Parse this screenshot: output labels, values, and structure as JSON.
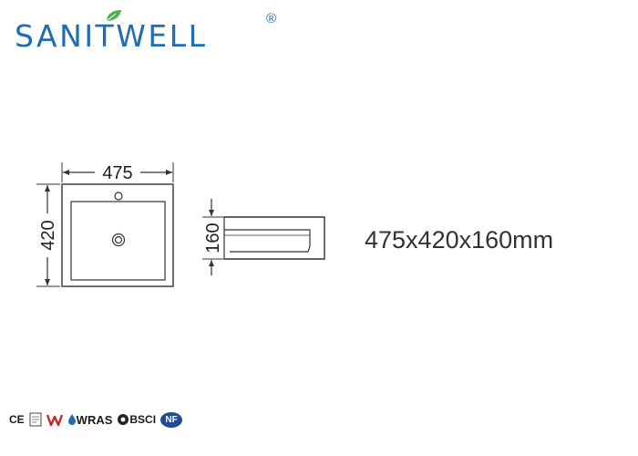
{
  "brand": {
    "name": "SANITWELL",
    "registered_mark": "®",
    "color": "#1f6db5",
    "leaf_color": "#4caf50",
    "icon": "leaf-icon"
  },
  "drawing": {
    "top_view": {
      "width_label": "475",
      "height_label": "420"
    },
    "side_view": {
      "height_label": "160"
    }
  },
  "product_size": "475x420x160mm",
  "certifications": {
    "ce": "CE",
    "watermark": "W",
    "wras": "WRAS",
    "bsci": "BSCI",
    "nf": "NF"
  }
}
